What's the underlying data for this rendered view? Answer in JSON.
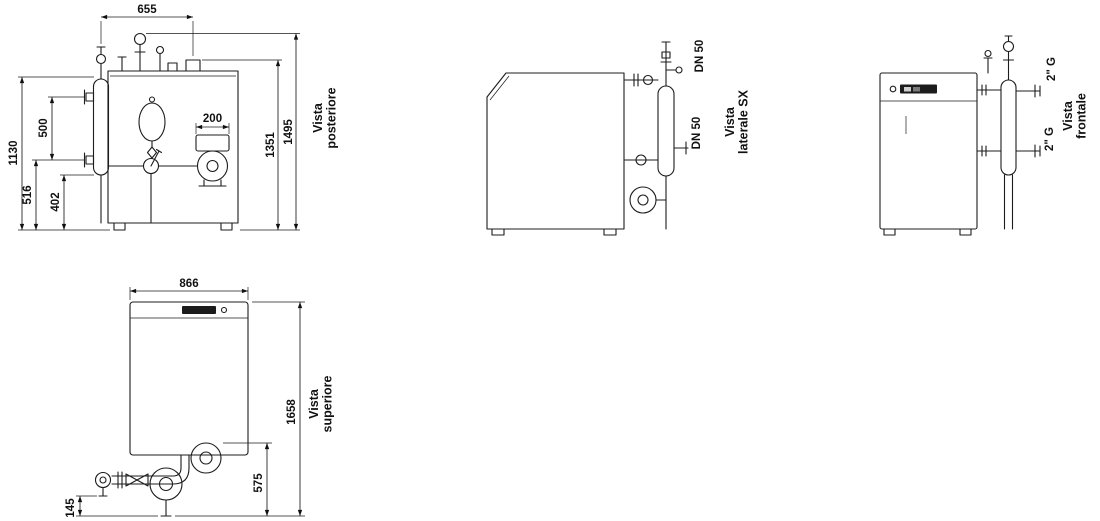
{
  "views": {
    "posteriore": {
      "label_line1": "Vista",
      "label_line2": "posteriore",
      "dim_width_top": "655",
      "dim_200": "200",
      "dim_1130": "1130",
      "dim_500": "500",
      "dim_516": "516",
      "dim_402": "402",
      "dim_1351": "1351",
      "dim_1495": "1495"
    },
    "laterale_sx": {
      "label_line1": "Vista",
      "label_line2": "laterale SX",
      "dim_dn50_top": "DN 50",
      "dim_dn50_mid": "DN 50"
    },
    "frontale": {
      "label_line1": "Vista",
      "label_line2": "frontale",
      "dim_g_top": "2\" G",
      "dim_g_mid": "2\" G"
    },
    "superiore": {
      "label_line1": "Vista",
      "label_line2": "superiore",
      "dim_866": "866",
      "dim_1658": "1658",
      "dim_575": "575",
      "dim_145": "145"
    }
  },
  "colors": {
    "line": "#1c1c1c",
    "background": "#ffffff"
  }
}
